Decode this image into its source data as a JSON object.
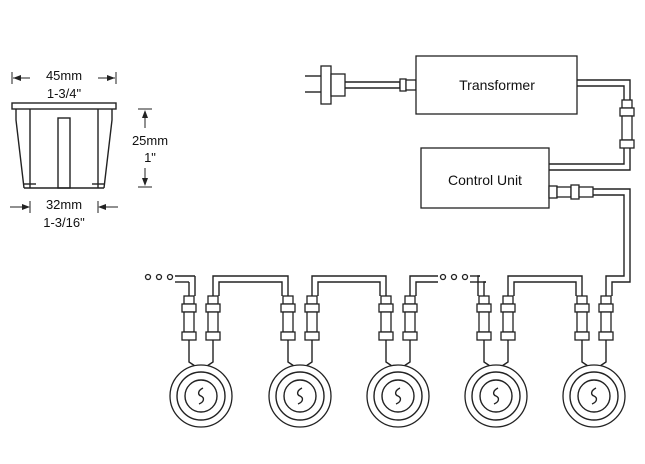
{
  "dimensions": {
    "top_width_mm": "45mm",
    "top_width_in": "1-3/4\"",
    "height_mm": "25mm",
    "height_in": "1\"",
    "bottom_width_mm": "32mm",
    "bottom_width_in": "1-3/16\""
  },
  "components": {
    "transformer": "Transformer",
    "control_unit": "Control Unit"
  },
  "lights": {
    "count": 5,
    "icon": "touch-sensor-icon"
  },
  "colors": {
    "line": "#222222",
    "background": "#ffffff"
  }
}
